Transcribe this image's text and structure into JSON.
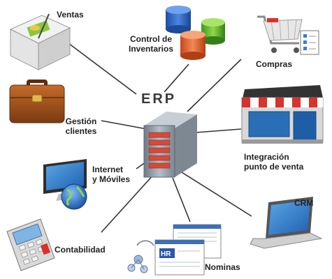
{
  "center": {
    "title": "ERP"
  },
  "modules": {
    "ventas": "Ventas",
    "inventarios": "Control de\nInventarios",
    "compras": "Compras",
    "gestion": "Gestión\nclientes",
    "pos": "Integración\npunto de venta",
    "internet": "Internet\ny Móviles",
    "crm": "CRM",
    "contabilidad": "Contabilidad",
    "nominas": "Nominas"
  },
  "icons": {
    "ventas": "box-with-money-icon",
    "inventarios": "database-stack-icon",
    "compras": "shopping-cart-icon",
    "gestion": "briefcase-icon",
    "pos": "storefront-icon",
    "internet": "monitor-globe-icon",
    "crm": "laptop-icon",
    "contabilidad": "calculator-icon",
    "nominas": "hr-document-icon",
    "server": "server-tower-icon"
  },
  "colors": {
    "lines": "#333333",
    "server": "#8f9aa6",
    "server_slots": "#d64a3a",
    "awning_red": "#d9312b"
  }
}
